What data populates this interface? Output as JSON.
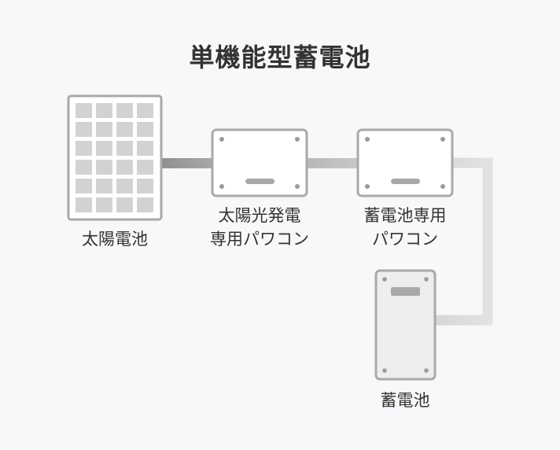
{
  "title": "単機能型蓄電池",
  "components": {
    "solar_panel": {
      "label": "太陽電池"
    },
    "solar_pcs": {
      "label_line1": "太陽光発電",
      "label_line2": "専用パワコン"
    },
    "battery_pcs": {
      "label_line1": "蓄電池専用",
      "label_line2": "パワコン"
    },
    "battery": {
      "label": "蓄電池"
    }
  },
  "colors": {
    "background": "#f7f8fa",
    "box_fill": "#ffffff",
    "box_stroke": "#a9a9a9",
    "cell_fill": "#d2d2d2",
    "connector_dark": "#9a9a9a",
    "connector_light": "#dedede"
  }
}
